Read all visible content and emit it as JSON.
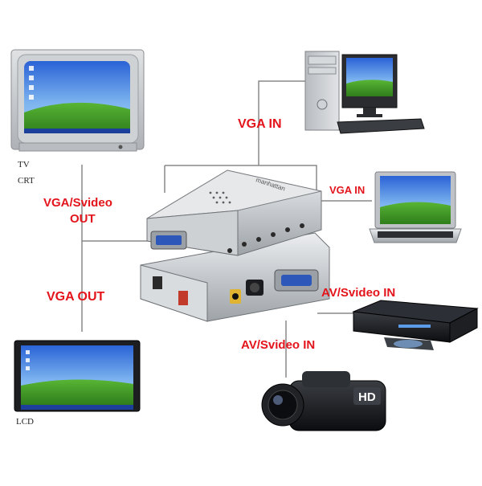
{
  "labels": {
    "vga_in": "VGA IN",
    "vga_in_laptop": "VGA IN",
    "vga_svideo_out_line1": "VGA/Svideo",
    "vga_svideo_out_line2": "OUT",
    "vga_out": "VGA OUT",
    "av_svideo_in_player": "AV/Svideo IN",
    "av_svideo_in_camcorder": "AV/Svideo IN"
  },
  "devices": {
    "tv_line1": "TV",
    "tv_line2": "CRT",
    "lcd": "LCD",
    "converter_brand": "manhattan",
    "camcorder_badge": "HD"
  },
  "colors": {
    "label_red": "#e3141b",
    "connector_line": "#888888",
    "desktop_blue": "#2f6fd8",
    "grass_green": "#3f9d2a",
    "device_silver": "#c9ccd0"
  }
}
